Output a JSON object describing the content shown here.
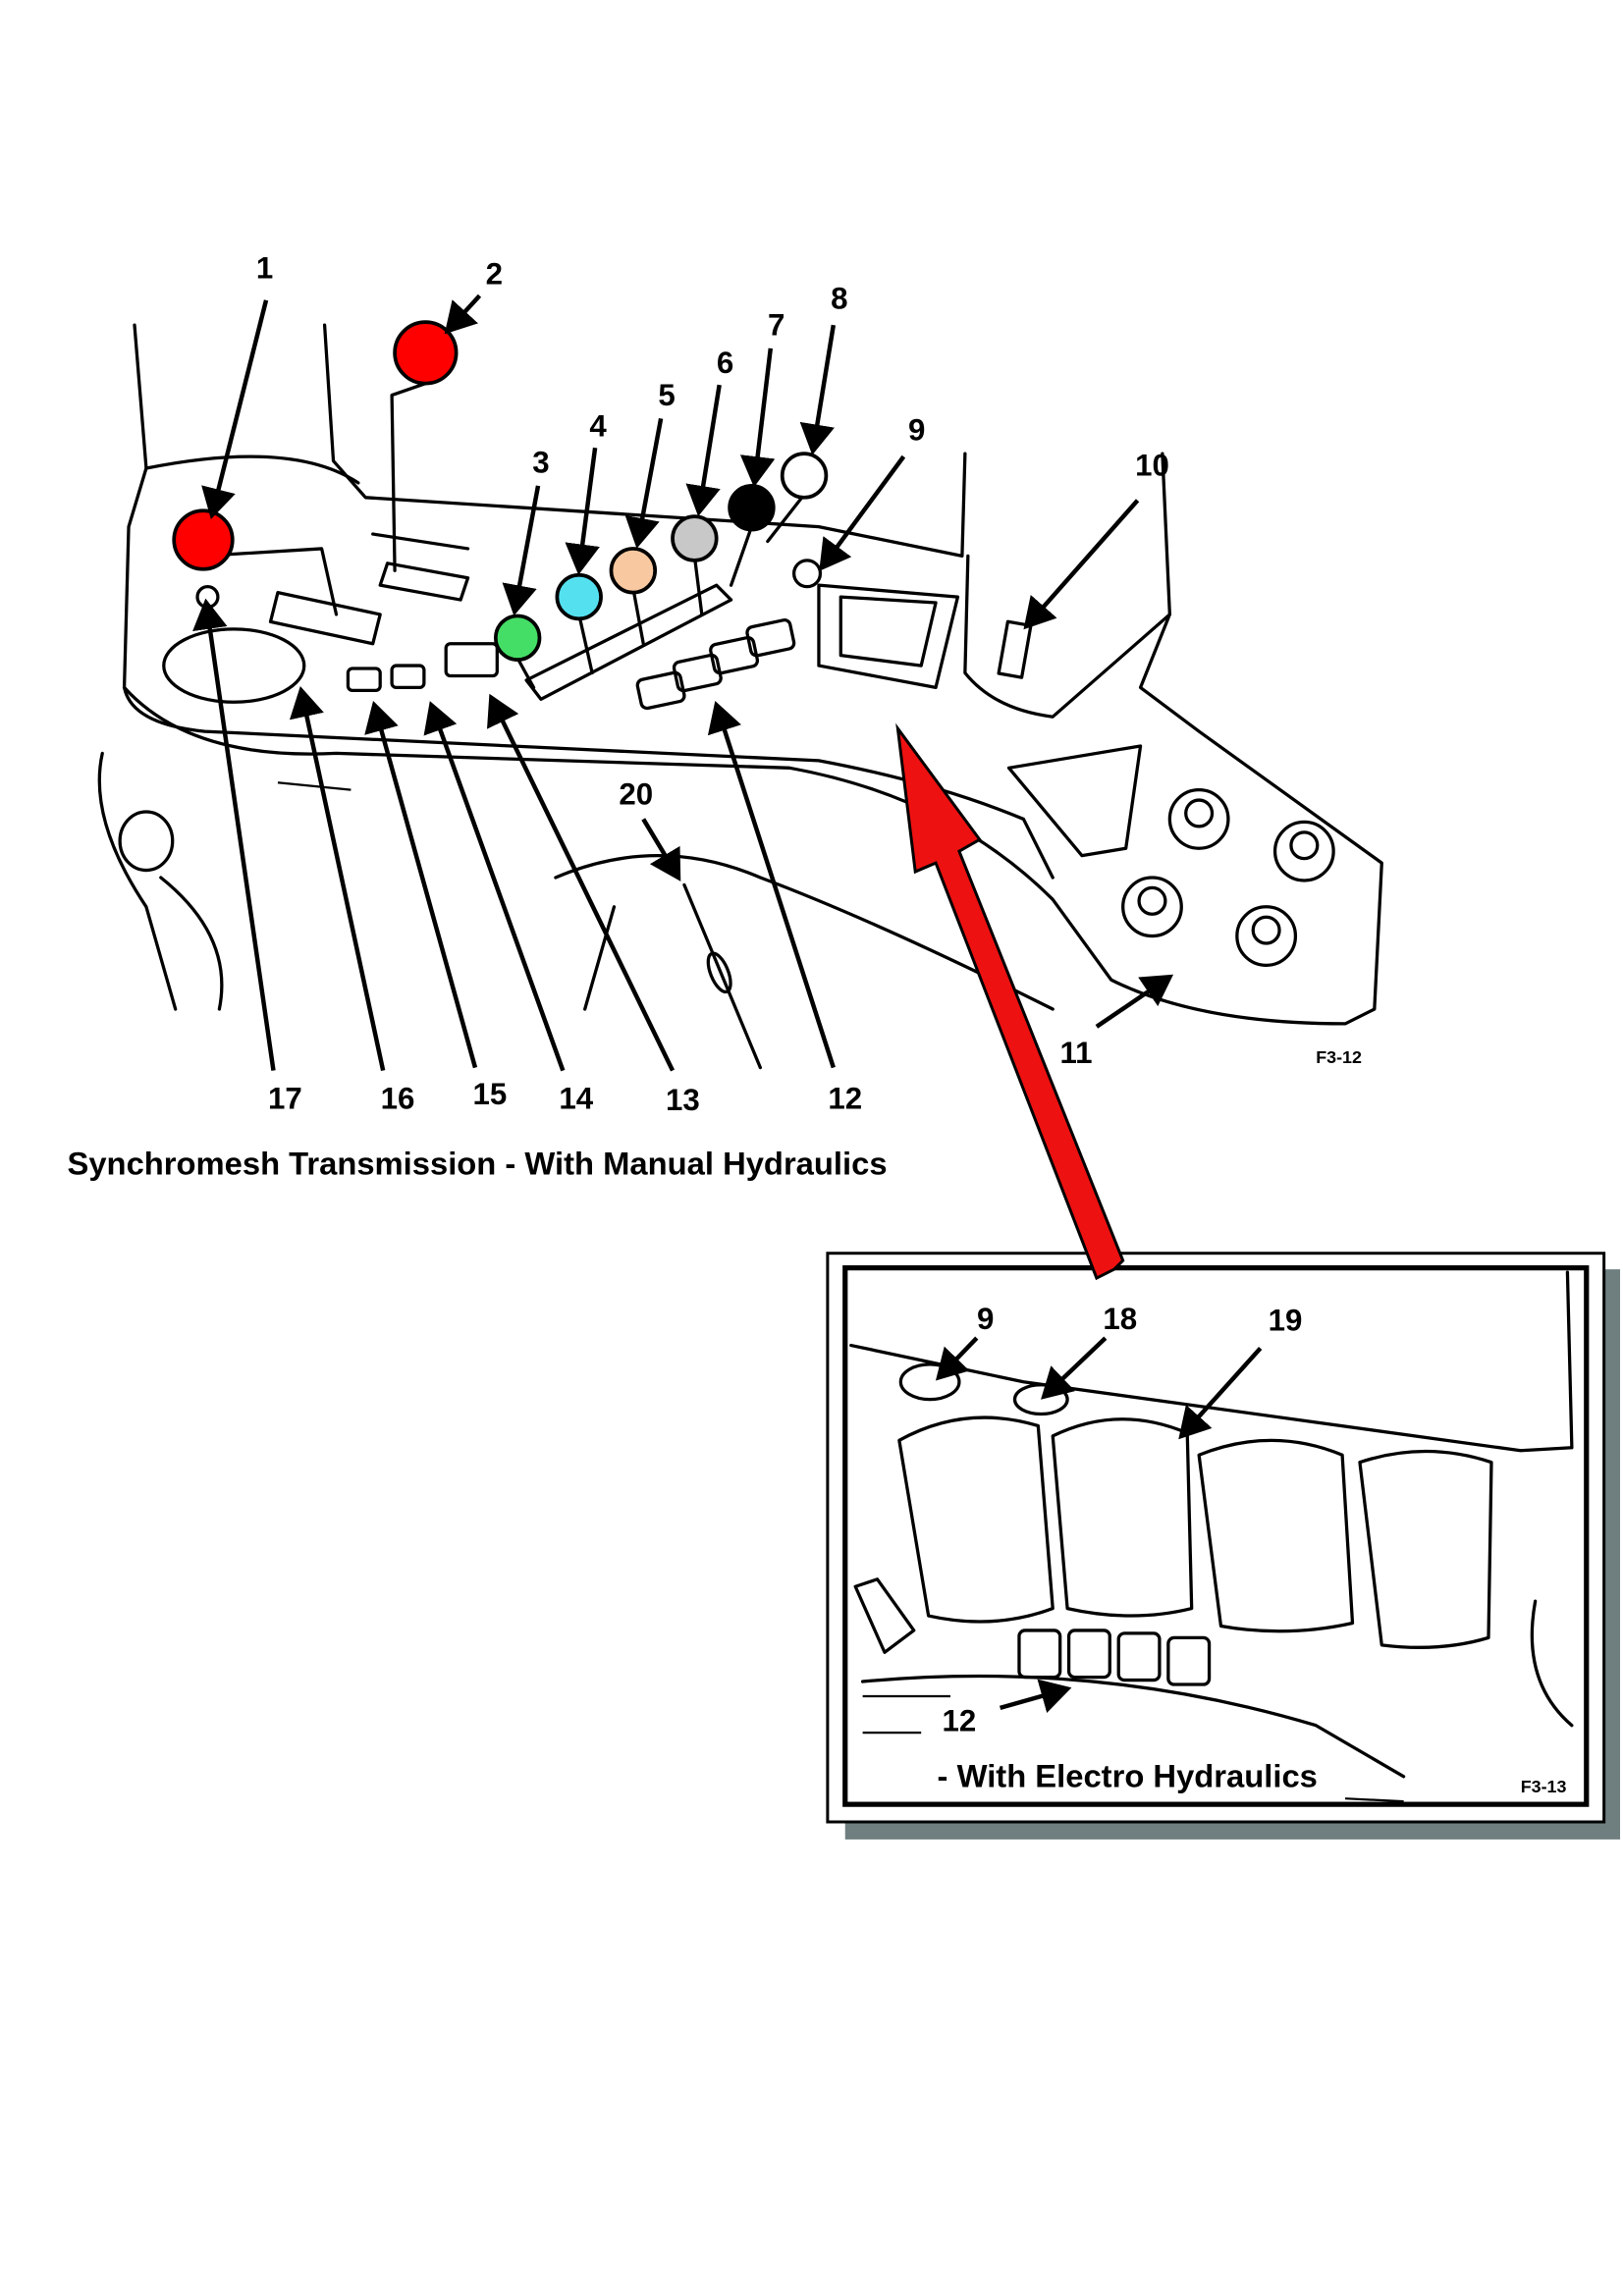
{
  "main_figure": {
    "caption": "Synchromesh Transmission - With Manual Hydraulics",
    "figure_code": "F3-12",
    "callouts": [
      "1",
      "2",
      "3",
      "4",
      "5",
      "6",
      "7",
      "8",
      "9",
      "10",
      "11",
      "12",
      "13",
      "14",
      "15",
      "16",
      "17",
      "20"
    ],
    "knob_colors": {
      "1": "#ff0000",
      "2": "#ff0000",
      "3": "#44dd66",
      "4": "#55e0f0",
      "5": "#f8c8a0",
      "6": "#c8c8c8",
      "7": "#000000",
      "8": "#ffffff"
    }
  },
  "inset_figure": {
    "caption": "- With Electro Hydraulics",
    "figure_code": "F3-13",
    "callouts": [
      "9",
      "18",
      "19",
      "12"
    ],
    "shadow_color": "#6f7f7f"
  },
  "pointer_arrow_color": "#ee1111"
}
